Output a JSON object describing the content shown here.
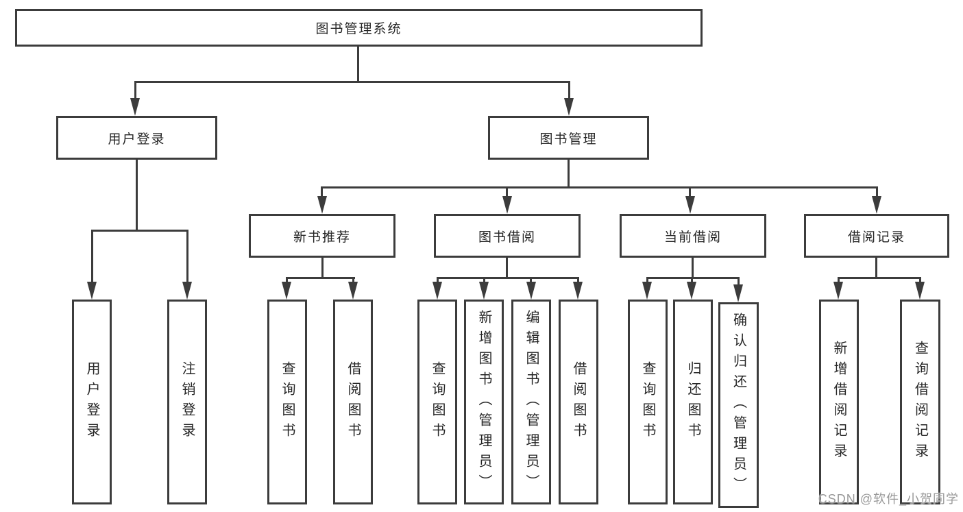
{
  "diagram": {
    "title": "图书管理系统",
    "root": {
      "label": "图书管理系统"
    },
    "level2": [
      {
        "label": "用户登录"
      },
      {
        "label": "图书管理"
      }
    ],
    "level3": [
      {
        "label": "新书推荐",
        "parent": "图书管理"
      },
      {
        "label": "图书借阅",
        "parent": "图书管理"
      },
      {
        "label": "当前借阅",
        "parent": "图书管理"
      },
      {
        "label": "借阅记录",
        "parent": "图书管理"
      }
    ],
    "leaves": [
      {
        "label": "用户登录",
        "parent": "用户登录"
      },
      {
        "label": "注销登录",
        "parent": "用户登录"
      },
      {
        "label": "查询图书",
        "parent": "新书推荐"
      },
      {
        "label": "借阅图书",
        "parent": "新书推荐"
      },
      {
        "label": "查询图书",
        "parent": "图书借阅"
      },
      {
        "label": "新增图书（管理员）",
        "parent": "图书借阅"
      },
      {
        "label": "编辑图书（管理员）",
        "parent": "图书借阅"
      },
      {
        "label": "借阅图书",
        "parent": "图书借阅"
      },
      {
        "label": "查询图书",
        "parent": "当前借阅"
      },
      {
        "label": "归还图书",
        "parent": "当前借阅"
      },
      {
        "label": "确认归还（管理员）",
        "parent": "当前借阅"
      },
      {
        "label": "新增借阅记录",
        "parent": "借阅记录"
      },
      {
        "label": "查询借阅记录",
        "parent": "借阅记录"
      }
    ],
    "colors": {
      "line": "#3c3c3c",
      "text": "#262626",
      "background": "#ffffff"
    }
  },
  "watermark": {
    "text": "CSDN @软件_小贺同学",
    "color": "#949494"
  }
}
